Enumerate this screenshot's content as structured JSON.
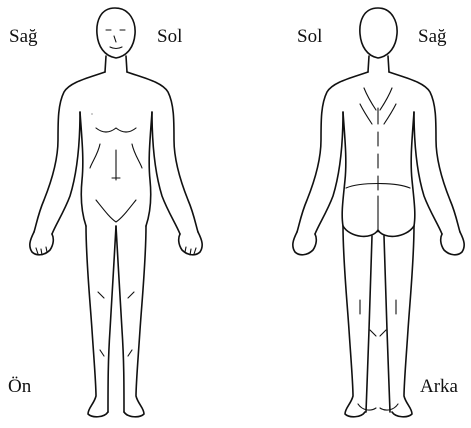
{
  "front_figure": {
    "label_right_side": "Sağ",
    "label_left_side": "Sol",
    "view_label": "Ön"
  },
  "back_figure": {
    "label_left_side": "Sol",
    "label_right_side": "Sağ",
    "view_label": "Arka"
  }
}
